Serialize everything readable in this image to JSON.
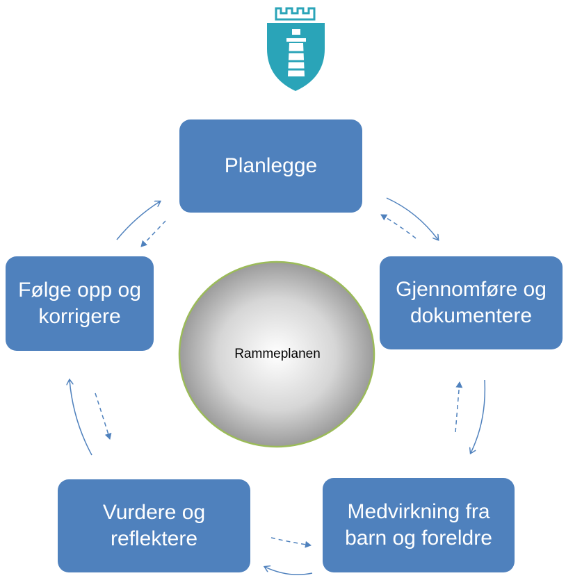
{
  "logo": {
    "icon": "lighthouse-coat-of-arms",
    "color": "#2aa4b8"
  },
  "center": {
    "label": "Rammeplanen"
  },
  "steps": {
    "planlegge": "Planlegge",
    "gjennomfore": "Gjennomføre og\ndokumentere",
    "medvirkning": "Medvirkning fra\nbarn og foreldre",
    "vurdere": "Vurdere og\nreflektere",
    "folge": "Følge opp og\nkorrigere"
  },
  "colors": {
    "box": "#4f81bd",
    "arrow": "#4f81bd",
    "circle_border": "#9bbb59"
  }
}
